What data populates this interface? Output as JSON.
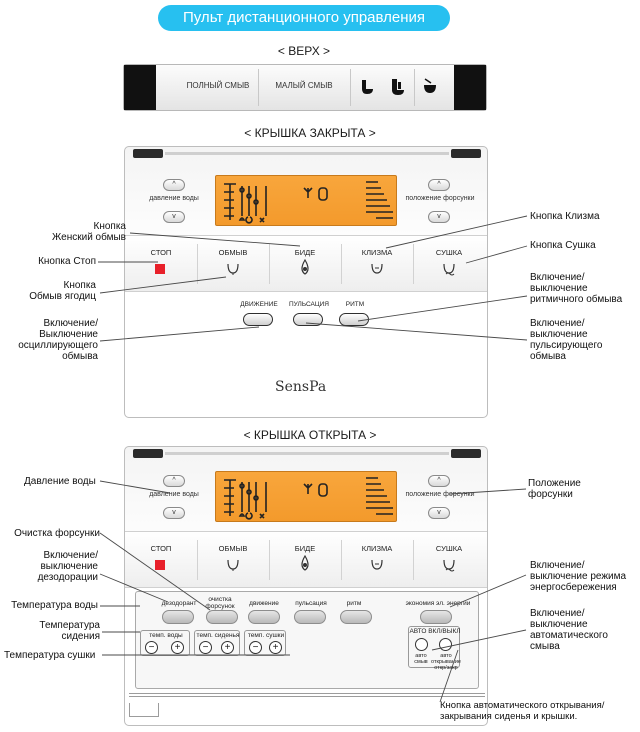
{
  "title": "Пульт дистанционного управления",
  "sections": {
    "top": "< ВЕРХ >",
    "closed": "< КРЫШКА ЗАКРЫТА  >",
    "open": "< КРЫШКА ОТКРЫТА  >"
  },
  "top_bar": {
    "full_flush": "ПОЛНЫЙ СМЫВ",
    "small_flush": "МАЛЫЙ СМЫВ",
    "icons": [
      "seat-open-icon",
      "seat-lid-open-icon",
      "bowl-icon"
    ]
  },
  "remote": {
    "water_pressure": "давление воды",
    "nozzle_position": "положение форсунки",
    "up": "^",
    "down": "v",
    "buttons": [
      "СТОП",
      "ОБМЫВ",
      "БИДЕ",
      "КЛИЗМА",
      "СУШКА"
    ],
    "mode_buttons": [
      "ДВИЖЕНИЕ",
      "ПУЛЬСАЦИЯ",
      "РИТМ"
    ],
    "brand": "SensPa",
    "open_panel": {
      "deodorant": "дезодорант",
      "nozzle_clean": "очистка форсунок",
      "movement": "движение",
      "pulsation": "пульсация",
      "rhythm": "ритм",
      "energy_saving": "экономия эл. энергии",
      "water_temp": "темп. воды",
      "seat_temp": "темп. сиденья",
      "dry_temp": "темп. сушки",
      "auto_onoff": "АВТО ВКЛ/ВЫКЛ",
      "auto_flush": "авто смыв",
      "auto_open": "авто открывание откр/закр",
      "minus": "−",
      "plus": "+"
    }
  },
  "annotations": {
    "female_wash": "Кнопка\nЖенский обмыв",
    "stop": "Кнопка Стоп",
    "butt_wash": "Кнопка\nОбмыв ягодиц",
    "oscillating": "Включение/\nВыключение\nосциллирующего\nобмыва",
    "enema": "Кнопка Клизма",
    "drying": "Кнопка Сушка",
    "rhythmic": "Включение/\nвыключение\nритмичного обмыва",
    "pulsating": "Включение/\nвыключение\nпульсирующего\nобмыва",
    "water_pressure": "Давление воды",
    "nozzle_position": "Положение\nфорсунки",
    "nozzle_cleaning": "Очистка форсунки",
    "deodorization": "Включение/\nвыключение\nдезодорации",
    "water_temperature": "Температура воды",
    "seat_temperature": "Температура\nсидения",
    "dry_temperature": "Температура сушки",
    "energy_saving": "Включение/\nвыключение режима\nэнергосбережения",
    "auto_flush": "Включение/\nвыключение\nавтоматического\nсмыва",
    "auto_open": "Кнопка автоматического открывания/\nзакрывания сиденья и крышки."
  },
  "colors": {
    "title_bg": "#27c0f0",
    "lcd": "#f59d30",
    "stop_square": "#e8202a"
  }
}
